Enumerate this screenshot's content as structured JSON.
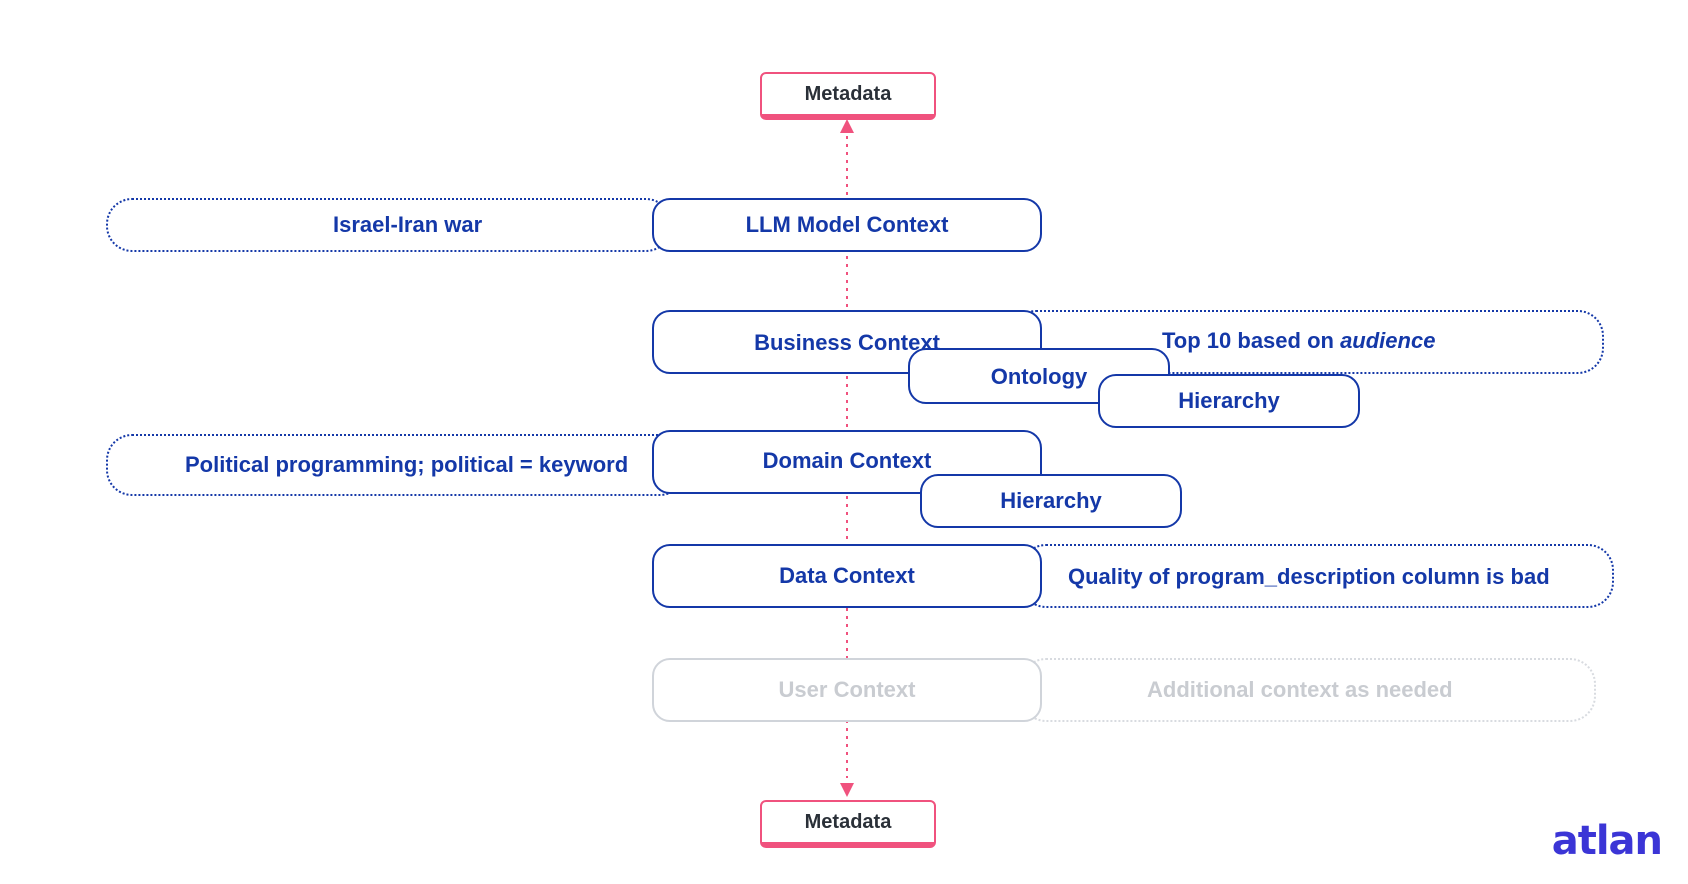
{
  "diagram": {
    "metadata_top": "Metadata",
    "metadata_bottom": "Metadata",
    "llm_context": "LLM Model Context",
    "llm_note": "Israel-Iran war",
    "business_context": "Business Context",
    "business_note_prefix": "Top 10 based on ",
    "business_note_emphasis": "audience",
    "ontology": "Ontology",
    "business_hierarchy": "Hierarchy",
    "domain_context": "Domain Context",
    "domain_note": "Political programming; political = keyword",
    "domain_hierarchy": "Hierarchy",
    "data_context": "Data Context",
    "data_note": "Quality of program_description column is bad",
    "user_context": "User Context",
    "user_note": "Additional context as needed"
  },
  "brand": {
    "logo_text": "atlan"
  },
  "colors": {
    "primary_blue": "#1438a8",
    "metadata_pink": "#f0527e",
    "faded_gray": "#c9ccd1",
    "logo_purple": "#3b35d6"
  }
}
